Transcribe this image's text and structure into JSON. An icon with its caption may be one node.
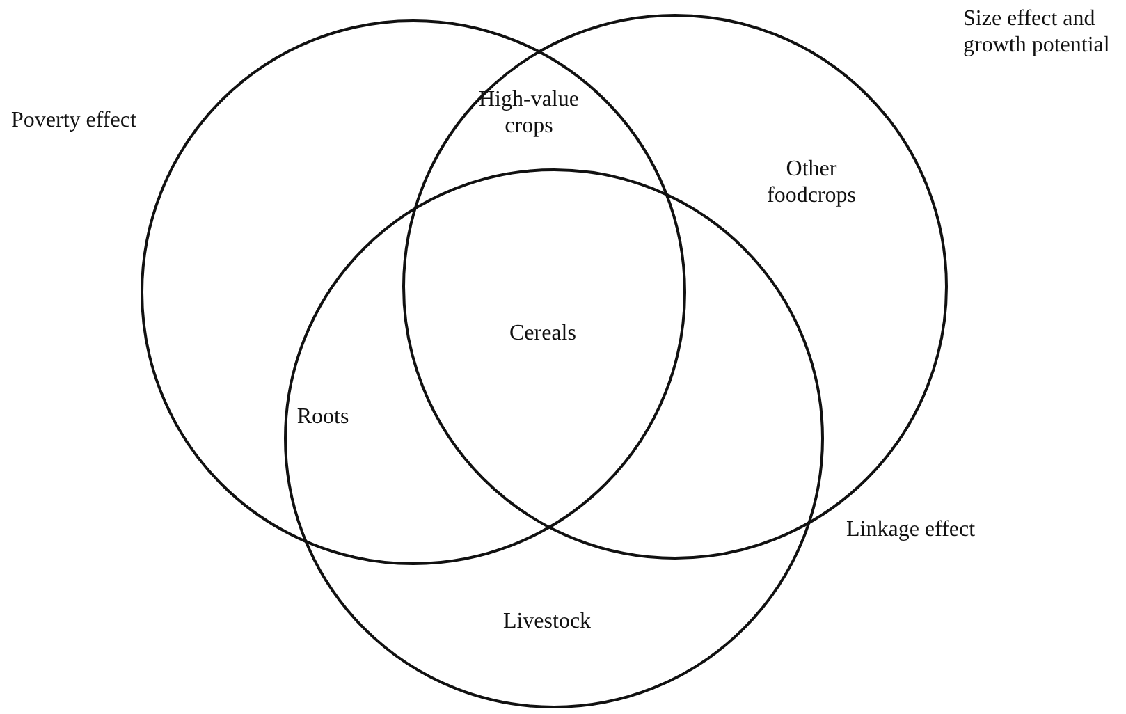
{
  "diagram": {
    "nodes": [
      {
        "text": [
          "Poverty effect"
        ]
      },
      {
        "text": [
          "Size effect and growth potential"
        ]
      },
      {
        "text": [
          "Linkage effect"
        ]
      }
    ],
    "labels": [
      "High-value crops",
      "Other foodcrops",
      "Cereals",
      "Roots",
      "Livestock"
    ]
  }
}
